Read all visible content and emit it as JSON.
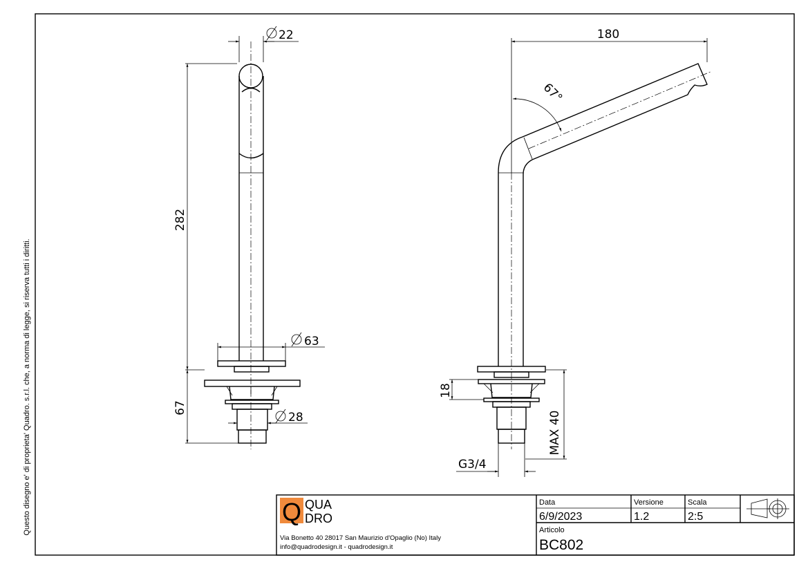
{
  "side_note": "Questo disegno e' di proprieta' Quadro. s.r.l. che, a norma di legge, si riserva tutti i diritti.",
  "front_view": {
    "dia_top": "22",
    "height": "282",
    "dia_flange": "63",
    "base_height": "67",
    "dia_thread": "28"
  },
  "side_view": {
    "reach": "180",
    "angle": "67°",
    "flange_height": "18",
    "max_thickness": "MAX 40",
    "thread": "G3/4"
  },
  "title_block": {
    "logo_line1": "QUA",
    "logo_line2": "DRO",
    "logo_letter": "Q",
    "address": "Via Bonetto 40  28017 San Maurizio d'Opaglio (No) Italy",
    "contacts": "info@quadrodesign.it  -  quadrodesign.it",
    "date_label": "Data",
    "date_value": "6/9/2023",
    "version_label": "Versione",
    "version_value": "1.2",
    "scale_label": "Scala",
    "scale_value": "2:5",
    "article_label": "Articolo",
    "article_value": "BC802",
    "brand_color": "#f08a3c"
  }
}
